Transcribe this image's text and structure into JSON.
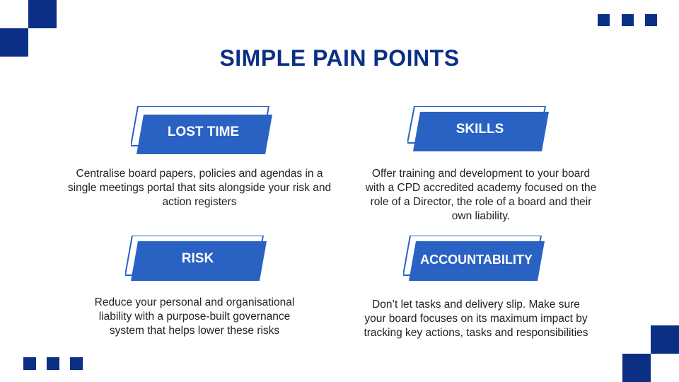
{
  "page": {
    "title": "SIMPLE PAIN POINTS"
  },
  "colors": {
    "navy": "#0b2f85",
    "banner_blue": "#2a62c4",
    "outline_blue": "#2a62c4",
    "text": "#222222"
  },
  "cards": [
    {
      "label": "LOST TIME",
      "description": "Centralise board papers, policies and agendas in a single meetings portal that sits alongside your risk and action registers"
    },
    {
      "label": "SKILLS",
      "description": "Offer training and development to your board with a CPD accredited academy focused on the role of a Director, the role of a board and their own liability."
    },
    {
      "label": "RISK",
      "description": "Reduce your personal and organisational liability with a purpose-built governance system that helps lower these risks"
    },
    {
      "label": "ACCOUNTABILITY",
      "description": "Don’t let tasks and delivery slip. Make sure your board focuses on its maximum impact by tracking key actions, tasks and responsibilities"
    }
  ]
}
